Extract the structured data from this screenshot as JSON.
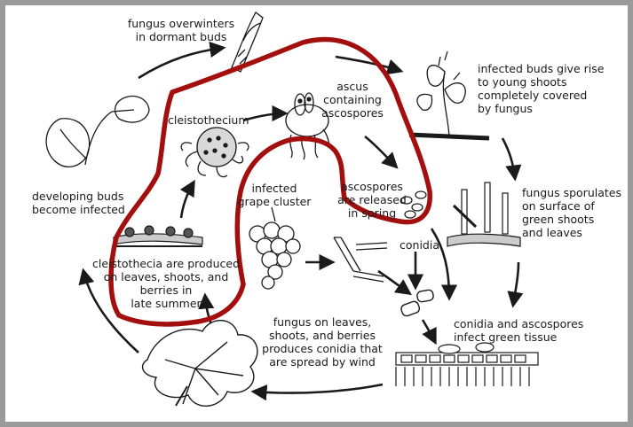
{
  "labels": {
    "overwinter": [
      "fungus overwinters",
      "in dormant buds"
    ],
    "buds_shoots": [
      "infected buds give rise",
      "to young shoots",
      "completely covered",
      "by fungus"
    ],
    "ascus": [
      "ascus",
      "containing",
      "ascospores"
    ],
    "cleistothecium": "cleistothecium",
    "developing": [
      "developing buds",
      "become infected"
    ],
    "grape": [
      "infected",
      "grape cluster"
    ],
    "released": [
      "ascospores",
      "are released",
      "in spring"
    ],
    "sporulates": [
      "fungus sporulates",
      "on surface of",
      "green shoots",
      "and leaves"
    ],
    "produced": [
      "cleistothecia are produced",
      "on leaves, shoots, and",
      "berries in",
      "late summer"
    ],
    "conidia": "conidia",
    "infect": [
      "conidia and ascospores",
      "infect green tissue"
    ],
    "wind": [
      "fungus on leaves,",
      "shoots, and berries",
      "produces conidia that",
      "are spread by wind"
    ]
  },
  "colors": {
    "annotation": "#a30f0f",
    "ink": "#1a1a1a",
    "frame": "#9a9a9a"
  },
  "icons": [
    "bud-icon",
    "shoot-icon",
    "ascus-icon",
    "cleistothecium-icon",
    "leaf-branch-icon",
    "grape-cluster-icon",
    "spores-icon",
    "hyphae-icon",
    "conidiophore-icon",
    "conidia-icon",
    "leaf-tissue-icon",
    "vine-leaf-icon"
  ]
}
